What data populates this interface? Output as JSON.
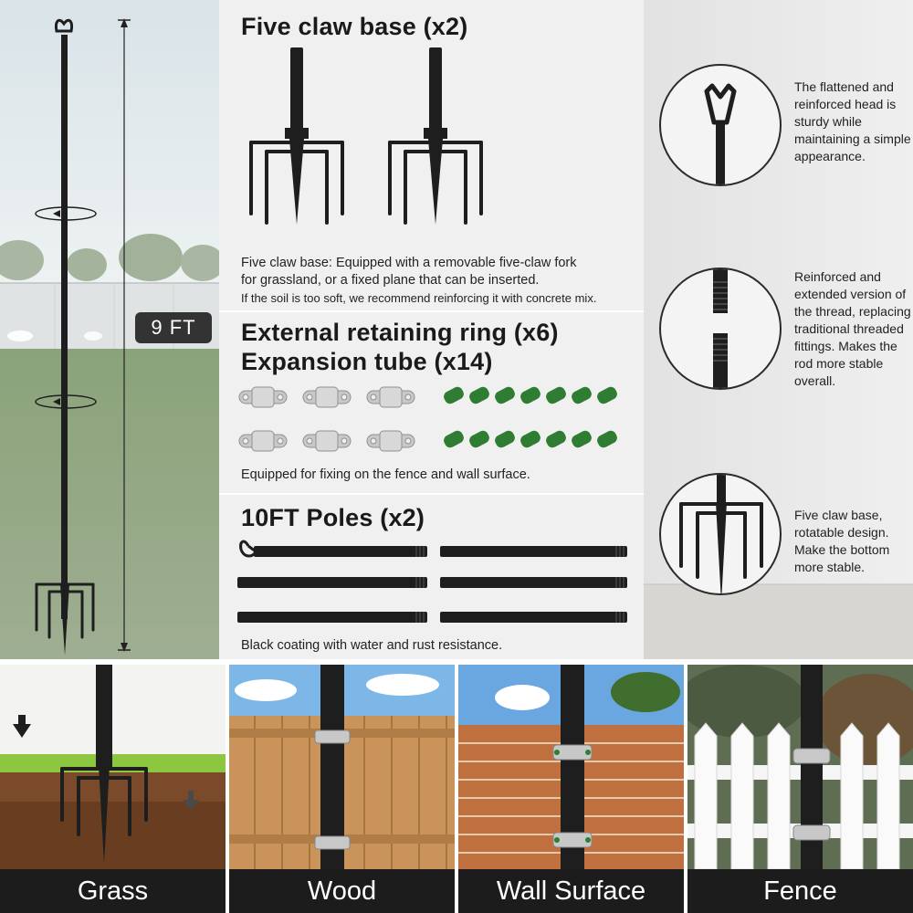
{
  "left": {
    "height_label": "9 FT"
  },
  "sections": {
    "claw_base": {
      "title": "Five claw base (x2)",
      "desc_line1": "Five claw base: Equipped with a removable five-claw fork",
      "desc_line2": "for grassland, or a fixed plane that can be inserted.",
      "desc_line3": "If the soil is too soft, we recommend reinforcing it with concrete mix."
    },
    "rings": {
      "title_line1": "External retaining ring (x6)",
      "title_line2": "Expansion tube (x14)",
      "desc": "Equipped for fixing on the fence and wall surface.",
      "ring_count": 6,
      "tube_count": 14
    },
    "poles": {
      "title": "10FT Poles (x2)",
      "desc": "Black coating with water and rust resistance."
    }
  },
  "features": [
    {
      "text": "The flattened and reinforced head is sturdy while maintaining a simple appearance.",
      "icon": "pole-head-icon"
    },
    {
      "text": "Reinforced and extended version of the thread, replacing traditional threaded fittings. Makes the rod more stable overall.",
      "icon": "thread-joint-icon"
    },
    {
      "text": "Five claw base, rotatable design. Make the bottom more stable.",
      "icon": "claw-base-icon"
    }
  ],
  "scenes": [
    {
      "label": "Grass"
    },
    {
      "label": "Wood"
    },
    {
      "label": "Wall Surface"
    },
    {
      "label": "Fence"
    }
  ],
  "colors": {
    "pole": "#1e1e1e",
    "tube_green": "#2f7d32",
    "ring_silver": "#c8c8c8",
    "caption_bar": "#1c1c1c"
  }
}
